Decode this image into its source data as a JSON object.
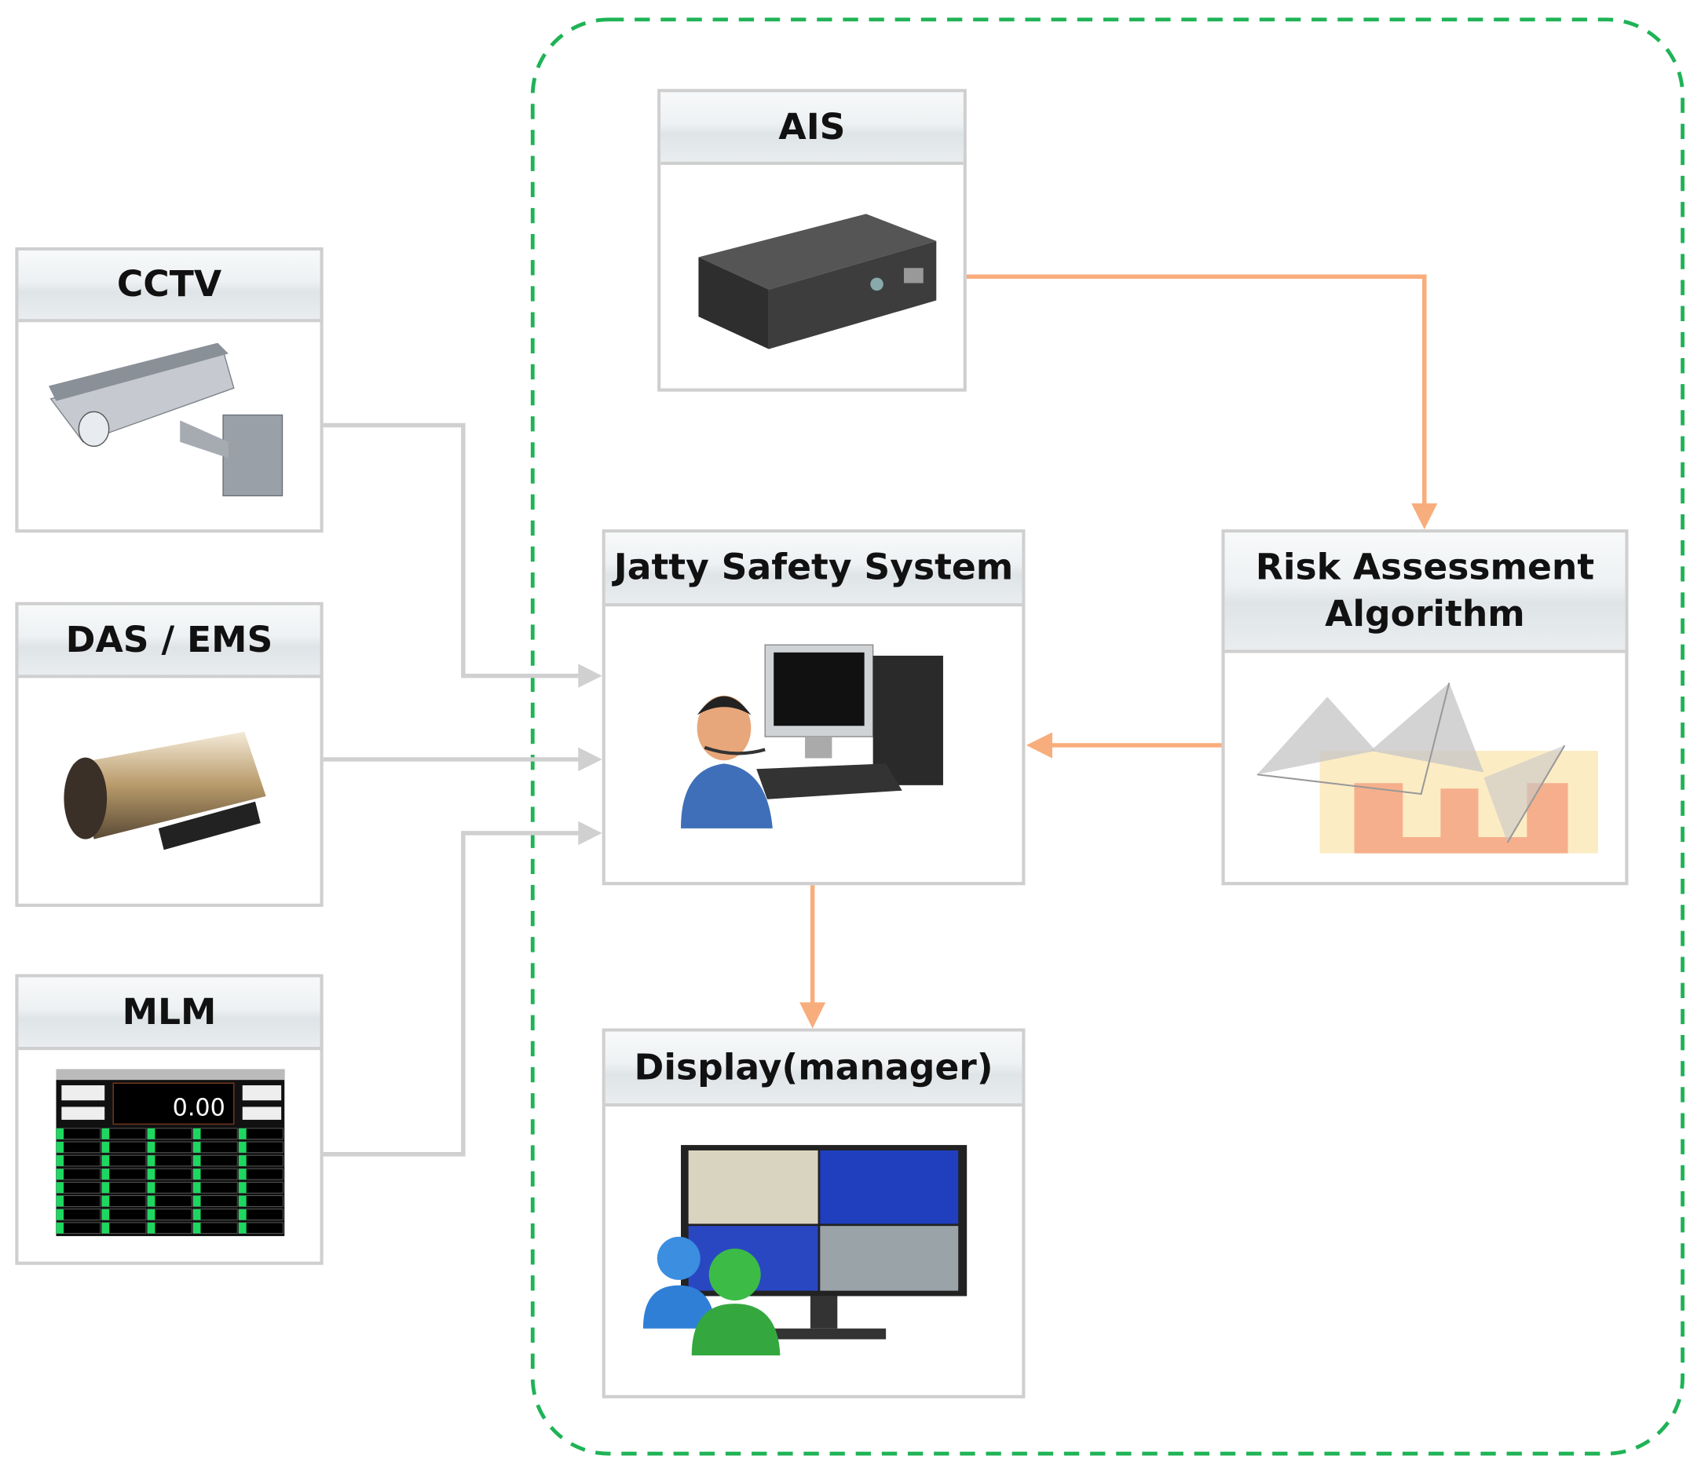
{
  "nodes": {
    "cctv": {
      "title": "CCTV",
      "icon": "cctv-camera-icon"
    },
    "das_ems": {
      "title": "DAS / EMS",
      "icon": "fiber-sensor-housing-icon"
    },
    "mlm": {
      "title": "MLM",
      "icon": "mooring-load-monitor-screen-icon",
      "screen_value": "0.00"
    },
    "ais": {
      "title": "AIS",
      "icon": "ais-receiver-icon"
    },
    "jatty": {
      "title": "Jatty Safety System",
      "icon": "operator-workstation-icon"
    },
    "risk": {
      "title": "Risk Assessment Algorithm",
      "icon": "risk-zone-diagram-icon"
    },
    "display": {
      "title": "Display(manager)",
      "icon": "manager-display-icon"
    }
  },
  "edges": [
    {
      "from": "cctv",
      "to": "jatty",
      "color": "#d0d0d0"
    },
    {
      "from": "das_ems",
      "to": "jatty",
      "color": "#d0d0d0"
    },
    {
      "from": "mlm",
      "to": "jatty",
      "color": "#d0d0d0"
    },
    {
      "from": "ais",
      "to": "risk",
      "color": "#f8ad7c"
    },
    {
      "from": "risk",
      "to": "jatty",
      "color": "#f8ad7c"
    },
    {
      "from": "jatty",
      "to": "display",
      "color": "#f8ad7c"
    }
  ],
  "colors": {
    "boundary": "#1fb356",
    "input_link": "#d0d0d0",
    "system_link": "#f8ad7c"
  }
}
